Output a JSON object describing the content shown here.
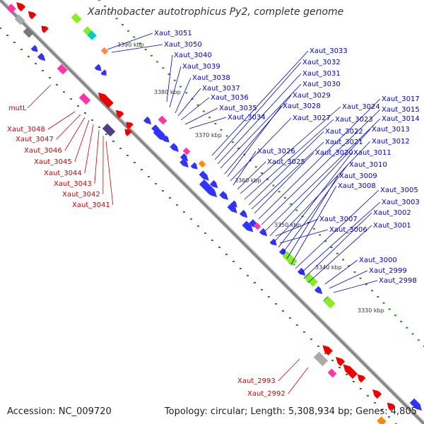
{
  "title": "Xanthobacter autotrophicus Py2, complete genome",
  "footer": {
    "accession": "Accession: NC_009720",
    "summary": "Topology: circular; Length: 5,308,934 bp; Genes: 4,805"
  },
  "colors": {
    "forward_strand_genes": "#3333ff",
    "reverse_strand_genes": "#ee0000",
    "forward_labels": "#0000cc",
    "reverse_labels": "#cc0000",
    "backbone": "#888888",
    "kbp_dots": "#228b22",
    "rna_pink": "#ff33aa",
    "rna_green": "#88ee22"
  },
  "kbp_marks": [
    "3390 kbp",
    "3380 kbp",
    "3370 kbp",
    "3360 kbp",
    "3350 kbp",
    "3340 kbp",
    "3330 kbp"
  ],
  "forward_genes": [
    "Xaut_3051",
    "Xaut_3050",
    "Xaut_3040",
    "Xaut_3039",
    "Xaut_3038",
    "Xaut_3037",
    "Xaut_3036",
    "Xaut_3035",
    "Xaut_3034",
    "Xaut_3033",
    "Xaut_3032",
    "Xaut_3031",
    "Xaut_3030",
    "Xaut_3029",
    "Xaut_3028",
    "Xaut_3027",
    "Xaut_3026",
    "Xaut_3025",
    "Xaut_3024",
    "Xaut_3023",
    "Xaut_3022",
    "Xaut_3021",
    "Xaut_3020",
    "Xaut_3017",
    "Xaut_3015",
    "Xaut_3014",
    "Xaut_3013",
    "Xaut_3012",
    "Xaut_3011",
    "Xaut_3010",
    "Xaut_3009",
    "Xaut_3008",
    "Xaut_3005",
    "Xaut_3003",
    "Xaut_3002",
    "Xaut_3001",
    "Xaut_3007",
    "Xaut_3006",
    "Xaut_3000",
    "Xaut_2999",
    "Xaut_2998"
  ],
  "reverse_genes": [
    "mutL",
    "Xaut_3048",
    "Xaut_3047",
    "Xaut_3046",
    "Xaut_3045",
    "Xaut_3044",
    "Xaut_3043",
    "Xaut_3042",
    "Xaut_3041",
    "Xaut_2993",
    "Xaut_2992"
  ]
}
